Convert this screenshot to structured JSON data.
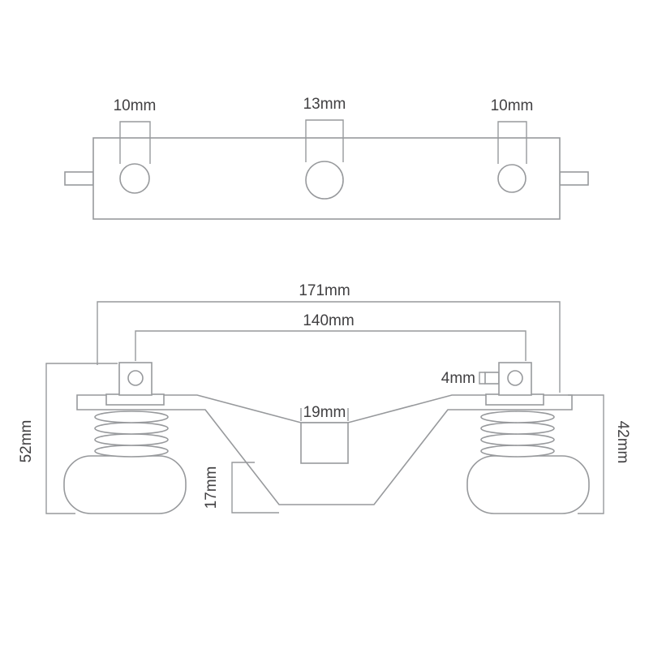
{
  "colors": {
    "line": "#97999c",
    "text": "#414042",
    "background": "#ffffff"
  },
  "top_view": {
    "dimensions": {
      "left_hole": "10mm",
      "center_hole": "13mm",
      "right_hole": "10mm"
    }
  },
  "front_view": {
    "dimensions": {
      "overall_width": "171mm",
      "bolt_spacing": "140mm",
      "pin_height": "4mm",
      "center_channel_width": "19mm",
      "left_overall_height": "52mm",
      "right_body_height": "42mm",
      "channel_depth": "17mm"
    }
  }
}
